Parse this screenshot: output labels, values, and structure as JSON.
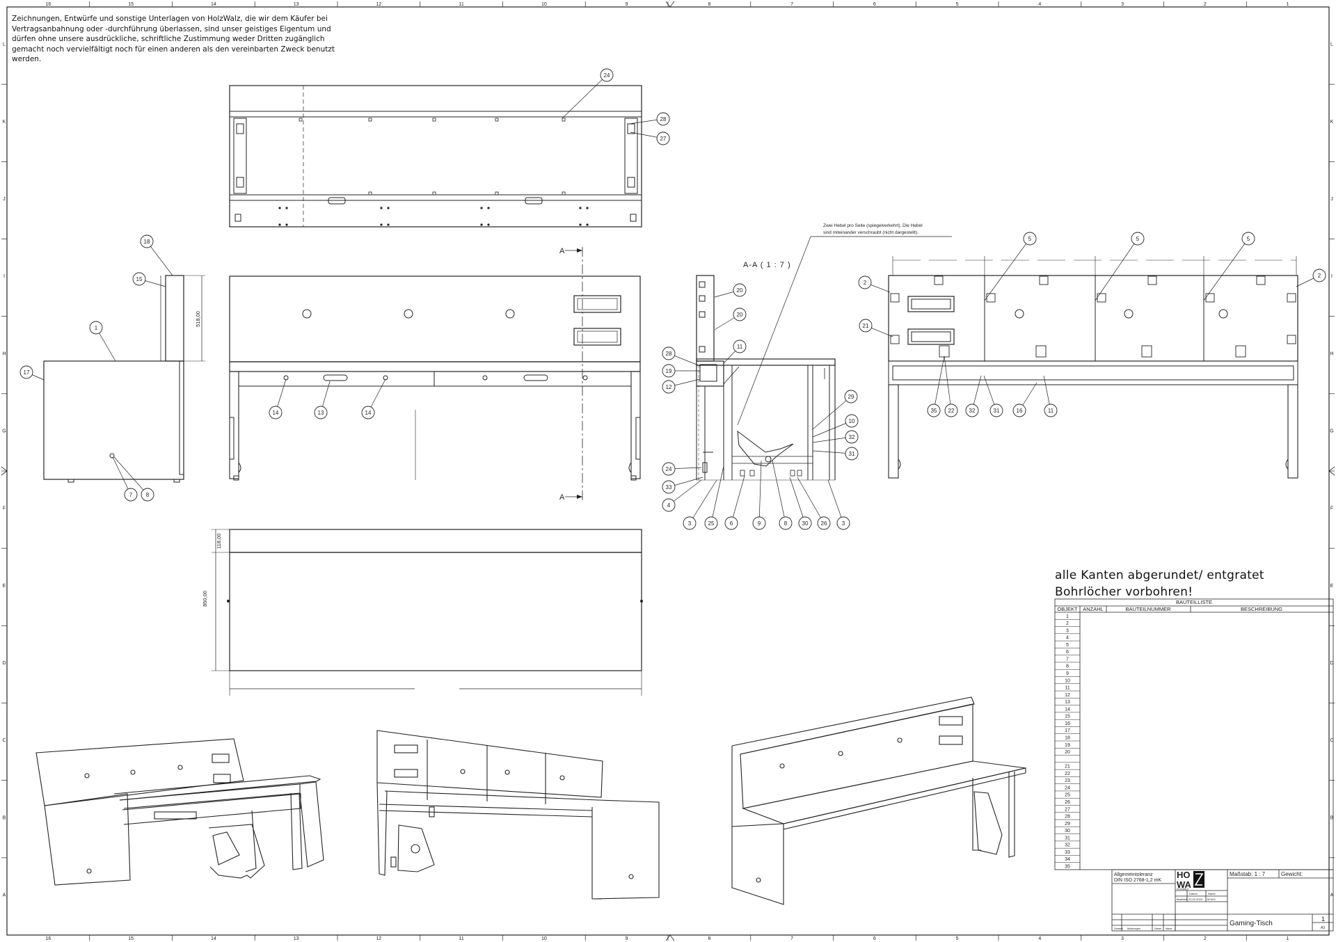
{
  "frame": {
    "col_numbers": [
      "16",
      "15",
      "14",
      "13",
      "12",
      "11",
      "10",
      "9",
      "8",
      "7",
      "6",
      "5",
      "4",
      "3",
      "2",
      "1"
    ],
    "row_letters": [
      "L",
      "K",
      "J",
      "I",
      "H",
      "G",
      "F",
      "E",
      "D",
      "C",
      "B",
      "A"
    ]
  },
  "disclaimer_lines": [
    "Zeichnungen, Entwürfe und sonstige Unterlagen von HolzWalz, die wir dem Käufer bei",
    "Vertragsanbahnung oder -durchführung überlassen, sind unser geistiges Eigentum und",
    "dürfen ohne unsere ausdrückliche, schriftliche Zustimmung weder Dritten zugänglich",
    "gemacht noch vervielfältigt noch für einen anderen als den vereinbarten Zweck benutzt",
    "werden."
  ],
  "views": {
    "section_marker": "A",
    "section_title": "A-A ( 1 : 7 )",
    "lever_note": [
      "Zwei Hebel pro Seite (spiegelverkehrt). Die Hebel",
      "sind miteinander verschraubt (nicht dargestellt)."
    ],
    "dim_height": "518,00",
    "dim_top_depth": "118,00",
    "dim_depth": "850,00"
  },
  "balloons": {
    "top_view": [
      "24",
      "28",
      "27"
    ],
    "side_view": [
      "18",
      "15",
      "1",
      "17",
      "7",
      "8"
    ],
    "front_view": [
      "14",
      "13",
      "14"
    ],
    "section_view": [
      "20",
      "20",
      "11",
      "28",
      "19",
      "12",
      "29",
      "10",
      "32",
      "31",
      "24",
      "33",
      "4",
      "3",
      "25",
      "6",
      "9",
      "8",
      "30",
      "26",
      "3"
    ],
    "back_view": [
      "5",
      "5",
      "5",
      "2",
      "2",
      "21",
      "35",
      "22",
      "32",
      "31",
      "16",
      "11"
    ]
  },
  "notes": [
    "alle Kanten abgerundet/ entgratet",
    "Bohrlöcher vorbohren!"
  ],
  "parts_list": {
    "title": "BAUTEILLISTE",
    "headers": [
      "OBJEKT",
      "ANZAHL",
      "BAUTEILNUMMER",
      "BESCHREIBUNG"
    ],
    "objects": [
      "1",
      "2",
      "3",
      "4",
      "5",
      "6",
      "7",
      "8",
      "9",
      "10",
      "11",
      "12",
      "13",
      "14",
      "15",
      "16",
      "17",
      "18",
      "19",
      "20",
      "",
      "21",
      "22",
      "23",
      "24",
      "25",
      "26",
      "27",
      "28",
      "29",
      "30",
      "31",
      "32",
      "33",
      "34",
      "35"
    ]
  },
  "title_block": {
    "tolerance_label": "Allgemeintoleranz",
    "tolerance_value": "DIN ISO 2768-1,2 mK",
    "logo_letters": [
      "HO",
      "WA"
    ],
    "logo_caption": "HOLZWALZ",
    "scale": "Maßstab: 1 : 7",
    "weight": "Gewicht:",
    "date_label": "Datum",
    "name_label": "Name",
    "drawn_label": "Bearbeit.",
    "drawn_date": "22.02.2024",
    "drawn_name": "M.W.E.",
    "part_name": "Gaming-Tisch",
    "sheet_number": "1",
    "sheet_format": "A3",
    "change_labels": [
      "Zustand",
      "Änderungen",
      "Datum",
      "Name"
    ]
  }
}
